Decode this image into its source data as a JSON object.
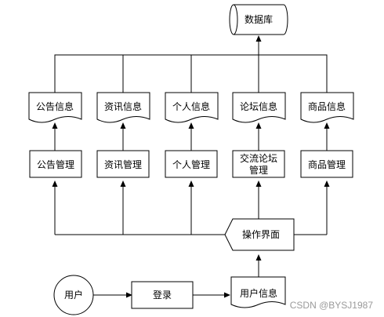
{
  "database": "数据库",
  "info_docs": [
    "公告信息",
    "资讯信息",
    "个人信息",
    "论坛信息",
    "商品信息"
  ],
  "managers": [
    {
      "lines": [
        "公告管理"
      ]
    },
    {
      "lines": [
        "资讯管理"
      ]
    },
    {
      "lines": [
        "个人管理"
      ]
    },
    {
      "lines": [
        "交流论坛",
        "管理"
      ]
    },
    {
      "lines": [
        "商品管理"
      ]
    }
  ],
  "operation": "操作界面",
  "user": "用户",
  "login": "登录",
  "user_info": "用户信息",
  "watermark": "CSDN @BYSJ1987"
}
